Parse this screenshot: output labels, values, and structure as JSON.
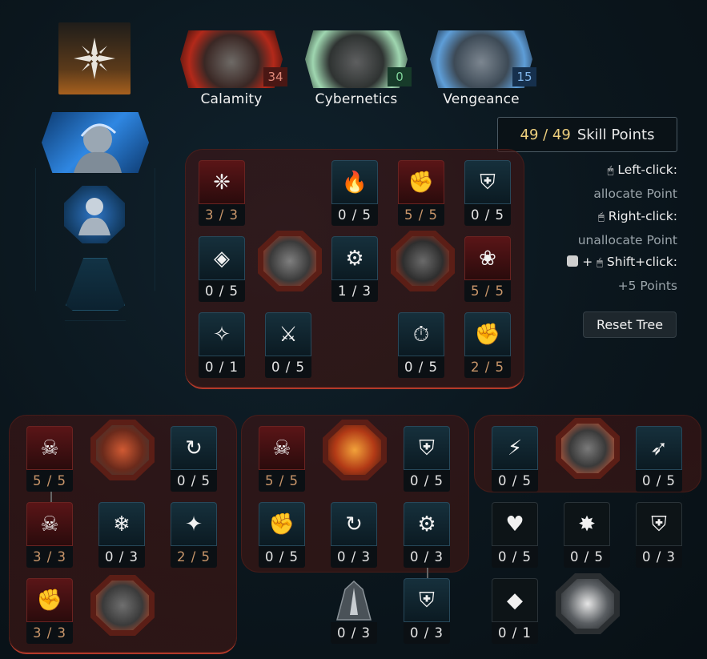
{
  "colors": {
    "accent_gold": "#efd07e",
    "points_done": "#c9966a",
    "calamity_red": "#d43b20",
    "cyber_green": "#6fbf8a",
    "vengeance_blue": "#4f93d8"
  },
  "traits": [
    {
      "name": "Calamity",
      "points": "34",
      "icon": "calamity-trait-icon"
    },
    {
      "name": "Cybernetics",
      "points": "0",
      "icon": "cybernetics-trait-icon"
    },
    {
      "name": "Vengeance",
      "points": "15",
      "icon": "vengeance-trait-icon"
    }
  ],
  "skill_points": {
    "value": "49 / 49",
    "label": "Skill Points"
  },
  "help": {
    "left_key": "Left-click:",
    "left_desc": "allocate Point",
    "right_key": "Right-click:",
    "right_desc": "unallocate Point",
    "shift_plus": "+",
    "shift_key": "Shift+click:",
    "shift_desc": "+5 Points"
  },
  "reset_label": "Reset Tree",
  "main_tree": [
    {
      "count": "3 / 3"
    },
    {
      "count": "0 / 5"
    },
    {
      "count": "5 / 5"
    },
    {
      "count": "0 / 5"
    },
    {
      "count": "0 / 5"
    },
    {
      "count": "1 / 3"
    },
    {
      "count": "5 / 5"
    },
    {
      "count": "0 / 1"
    },
    {
      "count": "0 / 5"
    },
    {
      "count": "0 / 5"
    },
    {
      "count": "2 / 5"
    }
  ],
  "left_tree": [
    {
      "count": "5 / 5"
    },
    {
      "count": "0 / 5"
    },
    {
      "count": "3 / 3"
    },
    {
      "count": "0 / 3"
    },
    {
      "count": "2 / 5"
    },
    {
      "count": "3 / 3"
    }
  ],
  "mid_tree": [
    {
      "count": "5 / 5"
    },
    {
      "count": "0 / 5"
    },
    {
      "count": "0 / 5"
    },
    {
      "count": "0 / 3"
    },
    {
      "count": "0 / 3"
    },
    {
      "count": "0 / 3"
    },
    {
      "count": "0 / 3"
    }
  ],
  "right_tree": [
    {
      "count": "0 / 5"
    },
    {
      "count": "0 / 5"
    },
    {
      "count": "0 / 5"
    },
    {
      "count": "0 / 5"
    },
    {
      "count": "0 / 3"
    },
    {
      "count": "0 / 1"
    }
  ]
}
